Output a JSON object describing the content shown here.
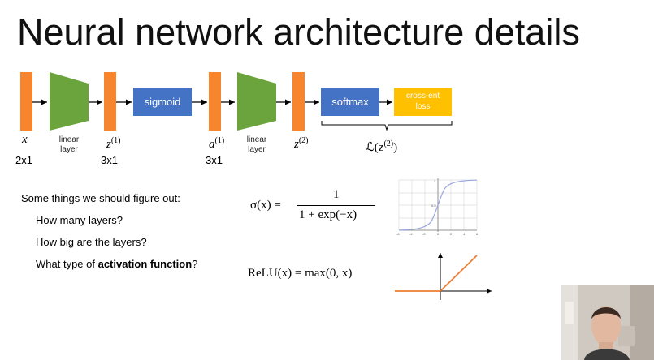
{
  "slide": {
    "title": "Neural network architecture details"
  },
  "diagram": {
    "nodes": {
      "input_var": "x",
      "input_dim": "2x1",
      "linear1": "linear\nlayer",
      "z1_var": "z",
      "z1_sup": "(1)",
      "z1_dim": "3x1",
      "sigmoid": "sigmoid",
      "a1_var": "a",
      "a1_sup": "(1)",
      "a1_dim": "3x1",
      "linear2": "linear\nlayer",
      "z2_var": "z",
      "z2_sup": "(2)",
      "softmax": "softmax",
      "crossent": "cross-ent\nloss",
      "loss_text": "ℒ(z",
      "loss_sup": "(2)",
      "loss_close": ")"
    },
    "colors": {
      "orange": "#f6852d",
      "green": "#6ba43c",
      "blue": "#4472c4",
      "yellow": "#ffc000"
    }
  },
  "questions": {
    "intro": "Some things we should figure out:",
    "q1": "How many layers?",
    "q2": "How big are the layers?",
    "q3_prefix": "What type of ",
    "q3_bold": "activation function",
    "q3_suffix": "?"
  },
  "formulas": {
    "sigmoid_lhs": "σ(x) =",
    "sigmoid_num": "1",
    "sigmoid_den": "1 + exp(−x)",
    "relu": "ReLU(x) = max(0, x)"
  },
  "sigmoid_plot": {
    "x_ticks": [
      "-6",
      "-4",
      "-2",
      "0",
      "2",
      "4",
      "6"
    ],
    "y_ticks": [
      "1",
      "0.5"
    ]
  }
}
